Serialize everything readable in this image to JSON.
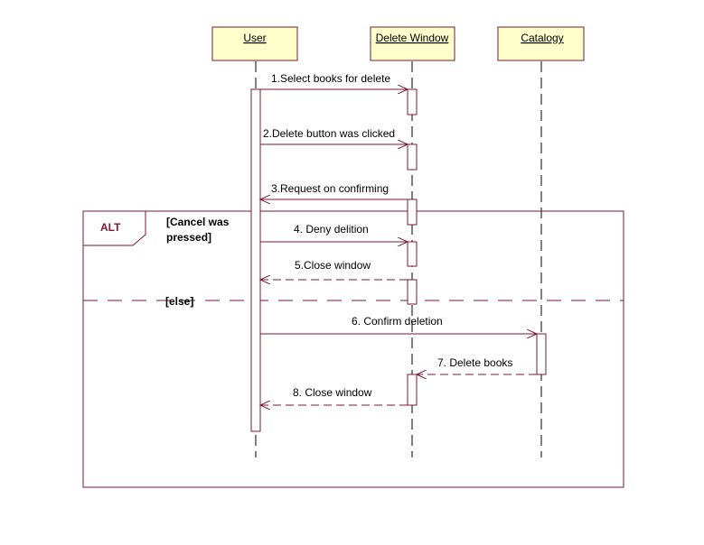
{
  "colors": {
    "line": "#7a1a32",
    "participant_fill": "#ffffcc",
    "lifeline": "#000000",
    "text": "#000000"
  },
  "participants": [
    {
      "id": "user",
      "name": "User"
    },
    {
      "id": "delete_window",
      "name": "Delete Window"
    },
    {
      "id": "catalogy",
      "name": "Catalogy"
    }
  ],
  "fragment": {
    "operator": "ALT",
    "guard_1_line_1": "[Cancel was",
    "guard_1_line_2": "pressed]",
    "guard_2": "[else]"
  },
  "messages": [
    {
      "label": "1.Select books for delete",
      "from": "user",
      "to": "delete_window",
      "style": "solid"
    },
    {
      "label": "2.Delete button was clicked",
      "from": "user",
      "to": "delete_window",
      "style": "solid"
    },
    {
      "label": "3.Request on confirming",
      "from": "delete_window",
      "to": "user",
      "style": "solid"
    },
    {
      "label": "4. Deny delition",
      "from": "user",
      "to": "delete_window",
      "style": "solid"
    },
    {
      "label": "5.Close window",
      "from": "delete_window",
      "to": "user",
      "style": "dashed"
    },
    {
      "label": "6. Confirm deletion",
      "from": "user",
      "to": "catalogy",
      "style": "solid"
    },
    {
      "label": "7. Delete books",
      "from": "catalogy",
      "to": "delete_window",
      "style": "dashed"
    },
    {
      "label": "8. Close window",
      "from": "delete_window",
      "to": "user",
      "style": "dashed"
    }
  ]
}
